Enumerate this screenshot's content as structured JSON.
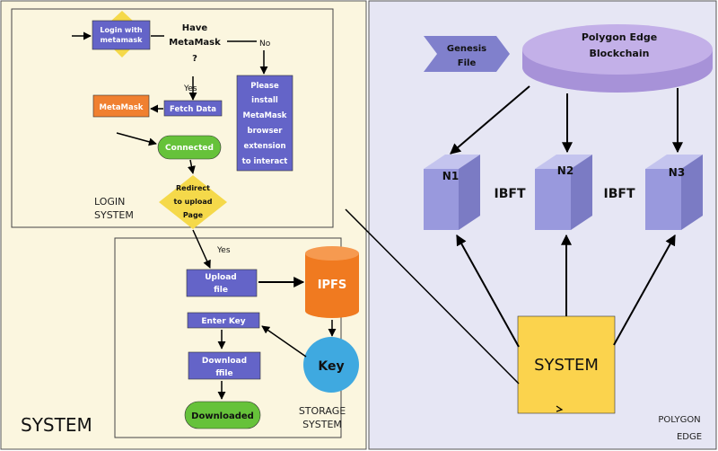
{
  "system": {
    "label": "SYSTEM",
    "login": {
      "label_line1": "LOGIN",
      "label_line2": "SYSTEM",
      "login_with_metamask": [
        "Login with",
        "metamask"
      ],
      "have_metamask": [
        "Have",
        "MetaMask",
        "?"
      ],
      "no_label": "No",
      "yes_label": "Yes",
      "please_install": [
        "Please",
        "install",
        "MetaMask",
        "browser",
        "extension",
        "to interact"
      ],
      "fetch_data": "Fetch Data",
      "metamask_box": "MetaMask",
      "connected": "Connected",
      "redirect": [
        "Redirect",
        "to upload",
        "Page"
      ]
    },
    "storage": {
      "label_line1": "STORAGE",
      "label_line2": "SYSTEM",
      "yes_label": "Yes",
      "upload_file": [
        "Upload",
        "file"
      ],
      "ipfs": "IPFS",
      "key": "Key",
      "enter_key": "Enter Key",
      "download_file": [
        "Download",
        "ffile"
      ],
      "downloaded": "Downloaded"
    }
  },
  "polygon": {
    "label_line1": "POLYGON",
    "label_line2": "EDGE",
    "genesis": [
      "Genesis",
      "File"
    ],
    "blockchain": [
      "Polygon Edge",
      "Blockchain"
    ],
    "nodes": [
      "N1",
      "N2",
      "N3"
    ],
    "consensus": [
      "IBFT",
      "IBFT"
    ],
    "system_box": "SYSTEM"
  },
  "colors": {
    "system_bg": "#fbf6df",
    "polygon_bg": "#e6e6f4",
    "process_blue": "#6464c8",
    "decision_yellow": "#f5d94a",
    "terminal_green": "#66c23a",
    "metamask_orange": "#f08030",
    "ipfs_orange": "#f07a20",
    "key_blue": "#3fa9e0",
    "system_yellow": "#fbd34d",
    "cube_front": "#9999dd",
    "cube_top": "#c4c4ee",
    "cube_side": "#7b7bc4",
    "disk_top": "#c3b0e8",
    "disk_side": "#a792d8"
  }
}
